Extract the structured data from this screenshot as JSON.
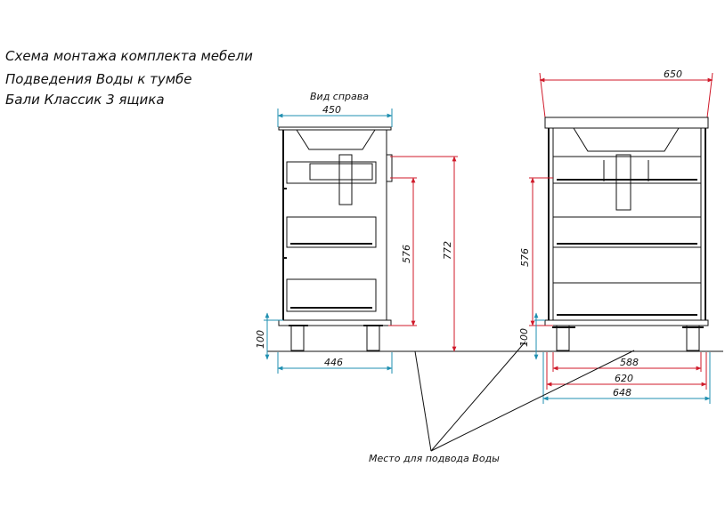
{
  "title_lines": [
    "Схема монтажа комплекта мебели",
    "Подведения Воды к тумбе",
    "Бали Классик 3 ящика"
  ],
  "side_view_label": "Вид справа",
  "water_point_label": "Место для подвода Воды",
  "dimensions": {
    "side_width": "450",
    "side_depth": "446",
    "side_leg": "100",
    "side_inlet_height": "576",
    "side_total_height": "772",
    "front_top": "650",
    "front_inlet_height": "576",
    "front_leg": "100",
    "front_588": "588",
    "front_620": "620",
    "front_648": "648"
  },
  "colors": {
    "outline": "#111111",
    "dimension_blue": "#1f8fb0",
    "dimension_red": "#d01a2a"
  }
}
